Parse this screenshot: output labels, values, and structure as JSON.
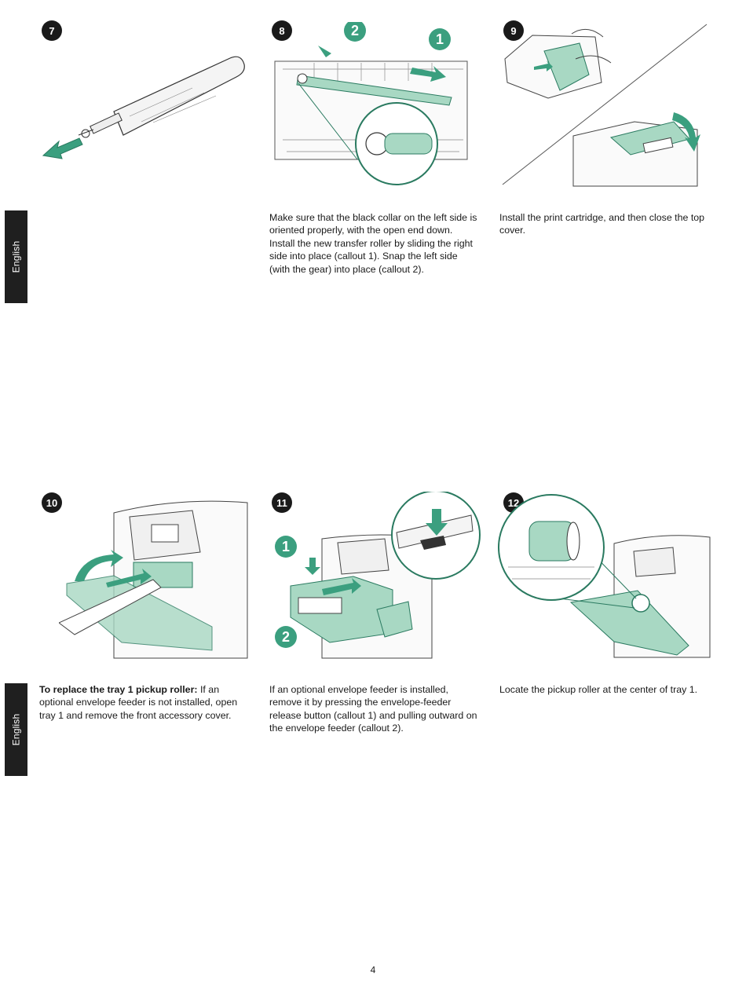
{
  "language_tab": "English",
  "colors": {
    "accent": "#3b9f7f",
    "accent_light": "#a8d8c3",
    "tab": "#1f1f1f"
  },
  "steps": [
    {
      "number": "7",
      "caption_lead": "",
      "caption": ""
    },
    {
      "number": "8",
      "caption_lead": "",
      "caption": "Make sure that the black collar on the left side is oriented properly, with the open end down. Install the new transfer roller by sliding the right side into place (callout 1). Snap the left side (with the gear) into place (callout 2)."
    },
    {
      "number": "9",
      "caption_lead": "",
      "caption": "Install the print cartridge, and then close the top cover."
    },
    {
      "number": "10",
      "caption_lead": "To replace the tray 1 pickup roller:",
      "caption": "If an optional envelope feeder is not installed, open tray 1 and remove the front accessory cover."
    },
    {
      "number": "11",
      "caption_lead": "",
      "caption": "If an optional envelope feeder is installed, remove it by pressing the envelope-feeder release button (callout 1) and pulling outward on the envelope feeder (callout 2)."
    },
    {
      "number": "12",
      "caption_lead": "",
      "caption": "Locate the pickup roller at the center of tray 1."
    }
  ],
  "callouts": {
    "one": "1",
    "two": "2"
  },
  "page_number": "4"
}
